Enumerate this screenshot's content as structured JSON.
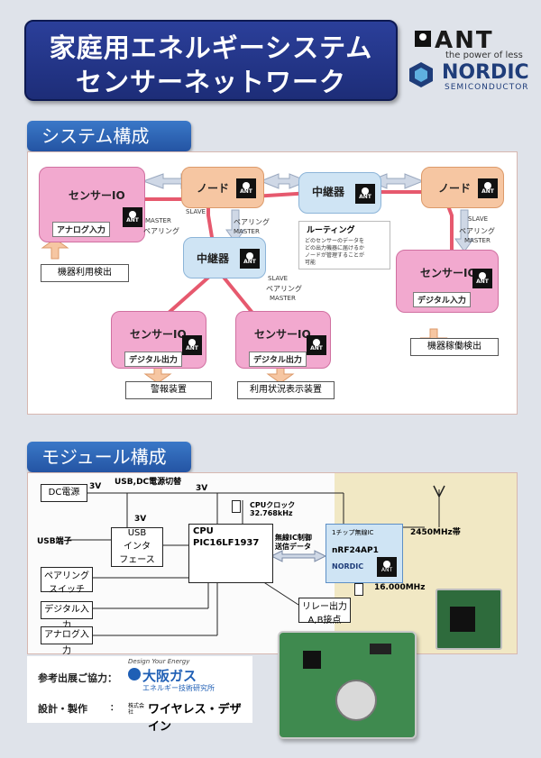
{
  "title": {
    "line1": "家庭用エネルギーシステム",
    "line2": "センサーネットワーク"
  },
  "logos": {
    "ant": "ANT",
    "ant_tagline": "the power of less",
    "nordic": "NORDIC",
    "nordic_sub": "SEMICONDUCTOR"
  },
  "section_system": "システム構成",
  "system": {
    "sensor_io_left": "センサーIO",
    "analog_input": "アナログ入力",
    "node_left": "ノード",
    "relay_top": "中継器",
    "node_right": "ノード",
    "relay_center": "中継器",
    "sensor_io_right": "センサーIO",
    "digital_input": "デジタル入力",
    "sensor_io_bl": "センサーIO",
    "digital_out_bl": "デジタル出力",
    "sensor_io_bm": "センサーIO",
    "digital_out_bm": "デジタル出力",
    "pairing": "ペアリング",
    "slave": "SLAVE",
    "master": "MASTER",
    "routing_title": "ルーティング",
    "routing_text1": "どのセンサーのデータを",
    "routing_text2": "どの出力機器に届けるか",
    "routing_text3": "ノードが管理することが",
    "routing_text4": "可能",
    "equip_use_detect": "機器利用検出",
    "equip_run_detect": "機器稼働検出",
    "alarm": "警報装置",
    "usage_display": "利用状況表示装置",
    "ant_badge": "ANT"
  },
  "section_module": "モジュール構成",
  "module": {
    "dc_power": "DC電源",
    "usb_dc_switch": "USB,DC電源切替",
    "v3a": "3V",
    "v3b": "3V",
    "v3c": "3V",
    "usb_port": "USB端子",
    "usb_if_1": "USB",
    "usb_if_2": "インタ",
    "usb_if_3": "フェース",
    "cpu_1": "CPU",
    "cpu_2": "PIC16LF1937",
    "cpu_clock_1": "CPUクロック",
    "cpu_clock_2": "32.768kHz",
    "wireless_ctrl_1": "無線IC制御",
    "wireless_ctrl_2": "送信データ",
    "one_chip_ic": "1チップ無線IC",
    "ic_name": "nRF24AP1",
    "band": "2450MHz帯",
    "xtal": "16.000MHz",
    "pairing_sw_1": "ペアリング",
    "pairing_sw_2": "スイッチ",
    "digital_input": "デジタル入力",
    "analog_input": "アナログ入力",
    "relay_out_1": "リレー出力",
    "relay_out_2": "A,B接点"
  },
  "credits": {
    "cooperation_label": "参考出展ご協力：",
    "osaka_gas_tag": "Design Your Energy",
    "osaka_gas": "大阪ガス",
    "osaka_gas_sub": "エネルギー技術研究所",
    "made_by_label": "設計・製作",
    "maker_prefix": "株式会社",
    "maker": "ワイヤレス・デザイン"
  },
  "colors": {
    "title_bg": "#1d2d78",
    "section_bg": "#2454a3",
    "sensor_pink": "#f2a9cf",
    "node_peach": "#f6c6a2",
    "relay_blue": "#cfe4f4",
    "route_red": "#e0304a"
  }
}
